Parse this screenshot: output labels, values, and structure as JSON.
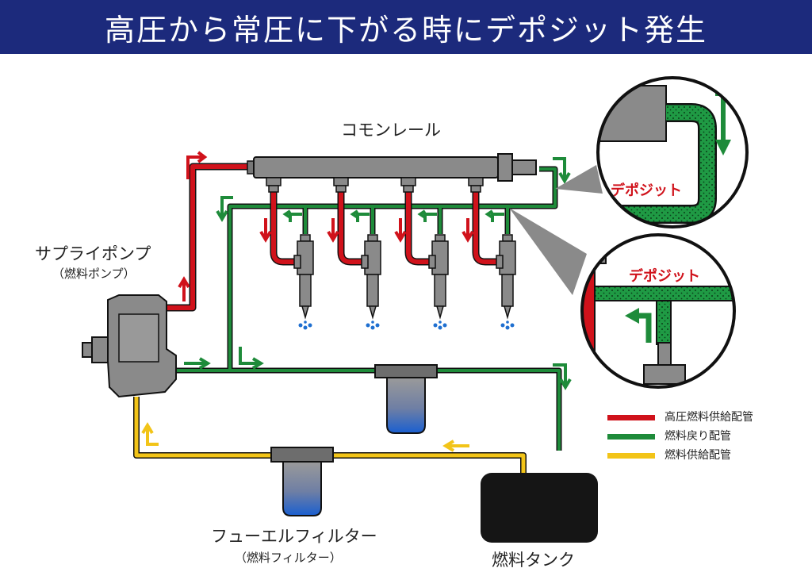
{
  "title": "高圧から常圧に下がる時にデポジット発生",
  "labels": {
    "common_rail": "コモンレール",
    "supply_pump": "サプライポンプ",
    "supply_pump_sub": "（燃料ポンプ）",
    "fuel_filter": "フューエルフィルター",
    "fuel_filter_sub": "（燃料フィルター）",
    "fuel_tank": "燃料タンク",
    "deposit_top": "デポジット",
    "deposit_bottom": "デポジット"
  },
  "legend": [
    {
      "label": "高圧燃料供給配管",
      "color": "#d0121b"
    },
    {
      "label": "燃料戻り配管",
      "color": "#1e8b3a"
    },
    {
      "label": "燃料供給配管",
      "color": "#f2c418"
    }
  ],
  "colors": {
    "header": "#1c2a7c",
    "high_pressure": "#d0121b",
    "return": "#1e8b3a",
    "supply": "#f2c418"
  }
}
